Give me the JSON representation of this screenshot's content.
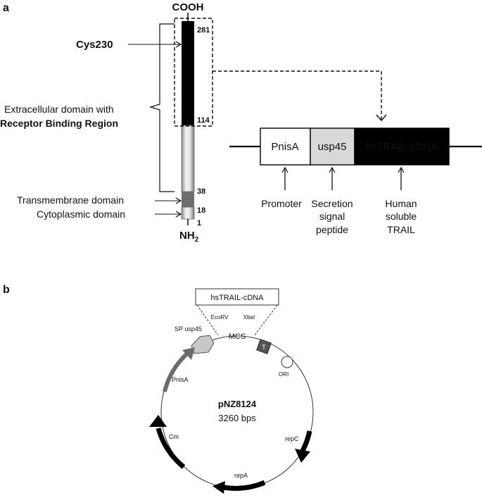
{
  "panel_a": {
    "label": "a",
    "cooh": "COOH",
    "nh2_main": "NH",
    "nh2_sub": "2",
    "residues": {
      "r281": "281",
      "r114": "114",
      "r38": "38",
      "r18": "18",
      "r1": "1"
    },
    "cys_label": "Cys230",
    "extracellular_line1": "Extracellular domain with",
    "extracellular_line2": "Receptor Binding Region",
    "transmembrane": "Transmembrane domain",
    "cytoplasmic": "Cytoplasmic domain",
    "construct": {
      "segments": [
        {
          "label": "PnisA",
          "fill": "#ffffff",
          "text_color": "#111111"
        },
        {
          "label": "usp45",
          "fill": "#d9d9d9",
          "text_color": "#111111"
        },
        {
          "label": "hsTRAIL-cDNA",
          "fill": "#000000",
          "text_color": "#ffffff"
        }
      ],
      "descriptions": {
        "promoter": [
          "Promoter"
        ],
        "secretion": [
          "Secretion",
          "signal",
          "peptide"
        ],
        "human": [
          "Human",
          "soluble",
          "TRAIL"
        ]
      }
    }
  },
  "panel_b": {
    "label": "b",
    "plasmid_name": "pNZ8124",
    "plasmid_size": "3260 bps",
    "insert_box": "hsTRAIL-cDNA",
    "ecorv": "EcoRV",
    "xbai": "XbaI",
    "mcs": "MCS",
    "terminator": "T",
    "ori": "ORI",
    "sp_usp45": "SP usp45",
    "pnisa": "PnisA",
    "cm": "Cm",
    "repc": "repC",
    "repa": "repA"
  },
  "colors": {
    "black": "#000000",
    "gray_arrow": "#6b6b6b",
    "sp_fill": "#c8c8c8",
    "transmembrane_fill": "#6e6e6e",
    "usp45_fill": "#d9d9d9"
  }
}
